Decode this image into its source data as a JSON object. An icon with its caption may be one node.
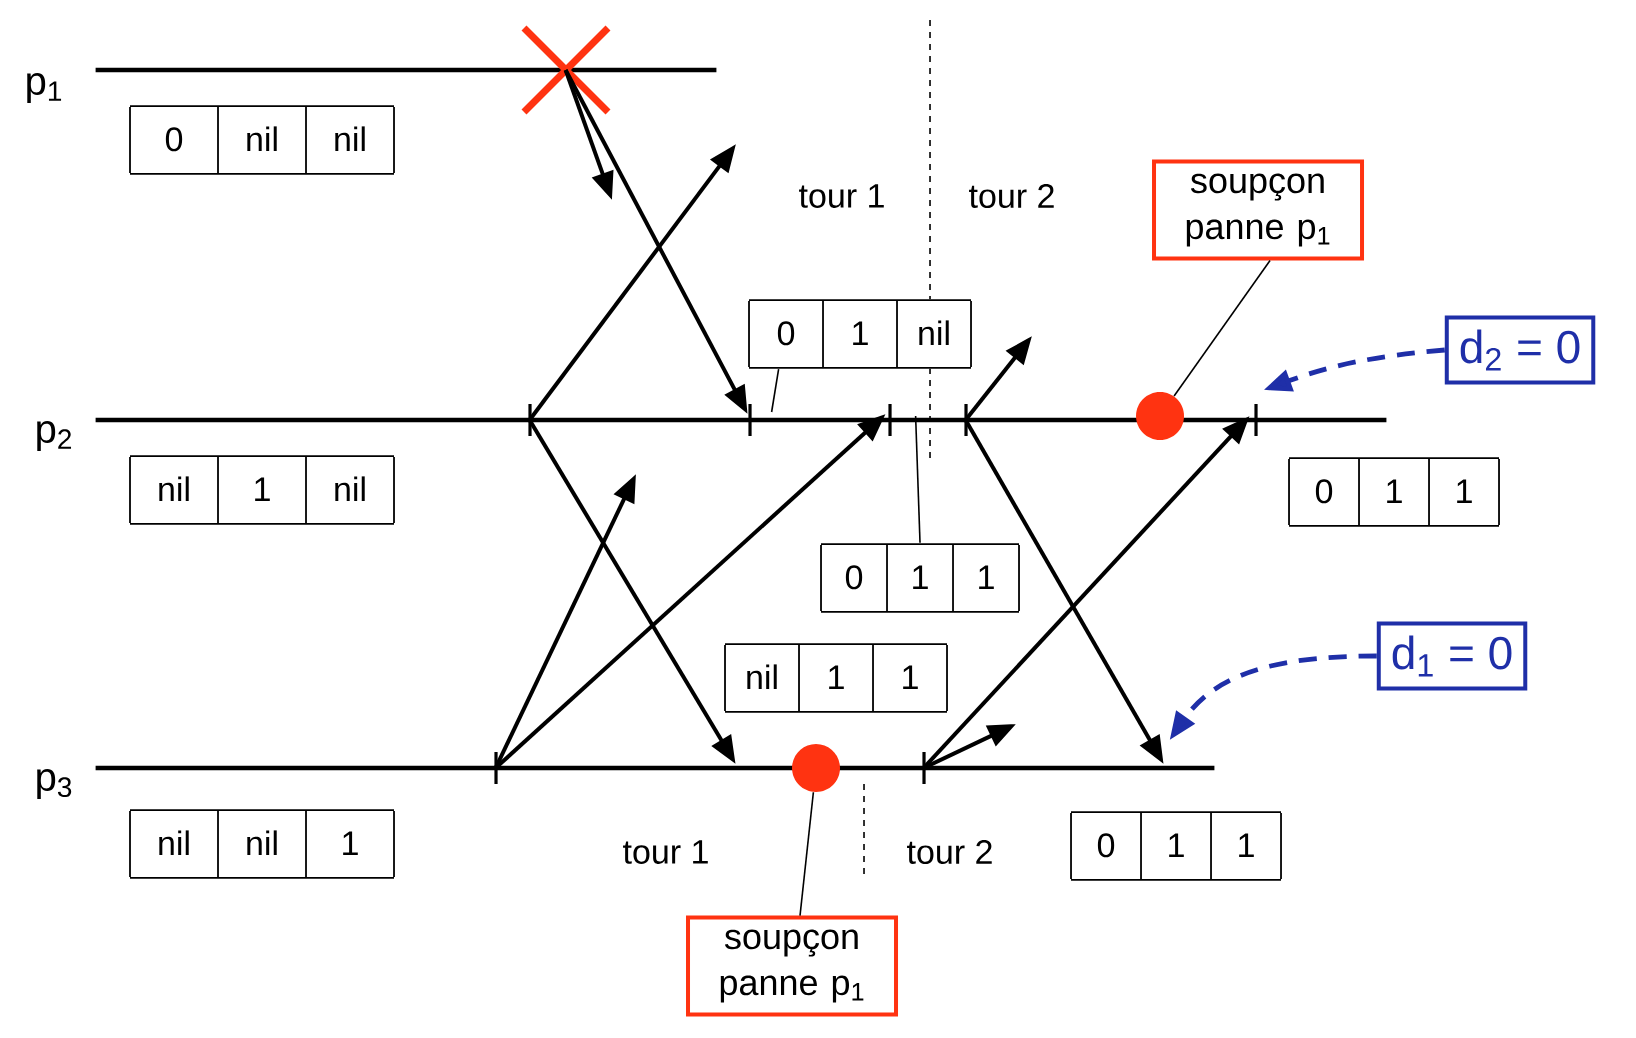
{
  "diagram": {
    "nodes": [
      {
        "text": [],
        "shape": "line",
        "beside": [
          "p$_{1}$"
        ]
      },
      {
        "text": [],
        "shape": "line",
        "beside": [
          "p$_{2}$"
        ]
      },
      {
        "text": [],
        "shape": "line",
        "beside": [
          "p$_{3}$"
        ]
      },
      {
        "text": [
          "0",
          "nil",
          "nil"
        ]
      },
      {
        "text": [
          "nil",
          "1",
          "nil"
        ]
      },
      {
        "text": [
          "nil",
          "nil",
          "1"
        ]
      },
      {
        "text": [
          "0",
          "1",
          "nil"
        ]
      },
      {
        "text": [
          "0",
          "1",
          "1"
        ]
      },
      {
        "text": [
          "nil",
          "1",
          "1"
        ]
      },
      {
        "text": [
          "0",
          "1",
          "1"
        ]
      },
      {
        "text": [
          "0",
          "1",
          "1"
        ]
      },
      {
        "text": [
          "soupçon panne p$_{1}$"
        ]
      },
      {
        "text": [
          "soupçon panne p$_{1}$"
        ]
      },
      {
        "text": [
          "d$_{2}$ = 0"
        ]
      },
      {
        "text": [
          "d$_{1}$ = 0"
        ]
      },
      {
        "text": [],
        "shape": "circle"
      },
      {
        "text": [],
        "shape": "circle"
      }
    ],
    "edges": [
      {
        "from": 0,
        "to": null,
        "arrow": "to"
      },
      {
        "from": 0,
        "to": 1,
        "arrow": "to"
      },
      {
        "from": 1,
        "to": null,
        "arrow": "to"
      },
      {
        "from": 1,
        "to": 2,
        "arrow": "to"
      },
      {
        "from": 2,
        "to": null,
        "arrow": "to"
      },
      {
        "from": 2,
        "to": 1,
        "arrow": "to"
      },
      {
        "from": 1,
        "to": null,
        "arrow": "to"
      },
      {
        "from": 1,
        "to": 2,
        "arrow": "to"
      },
      {
        "from": 2,
        "to": null,
        "arrow": "to"
      },
      {
        "from": 2,
        "to": 1,
        "arrow": "to"
      },
      {
        "from": 11,
        "to": 15,
        "arrow": "none"
      },
      {
        "from": 12,
        "to": 16,
        "arrow": "none"
      },
      {
        "from": 6,
        "to": 1,
        "arrow": "none"
      },
      {
        "from": 7,
        "to": 1,
        "arrow": "none"
      },
      {
        "from": 13,
        "to": 1,
        "arrow": "to",
        "style": "dashed",
        "color": "#1f2fa8"
      },
      {
        "from": 14,
        "to": 2,
        "arrow": "to",
        "style": "dashed",
        "color": "#1f2fa8"
      }
    ],
    "labels": [
      "tour 1",
      "tour 2",
      "tour 1",
      "tour 2"
    ]
  }
}
